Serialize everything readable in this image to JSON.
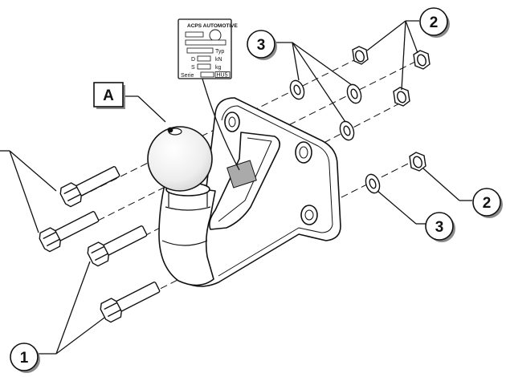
{
  "callouts": {
    "bolts": "1",
    "nuts": "2",
    "washers": "3",
    "ball": "A"
  },
  "plate": {
    "title": "ACPS AUTOMOTIVE",
    "type_label": "Typ",
    "d_label": "D",
    "d_unit": "kN",
    "s_label": "S",
    "s_unit": "kg",
    "serie_label": "Serie",
    "hu_label": "HU5"
  },
  "colors": {
    "line": "#111111",
    "ball_fill": "#eeeeee",
    "sticker": "#aaaaaa",
    "callout_shadow": "#8a8a8a"
  }
}
